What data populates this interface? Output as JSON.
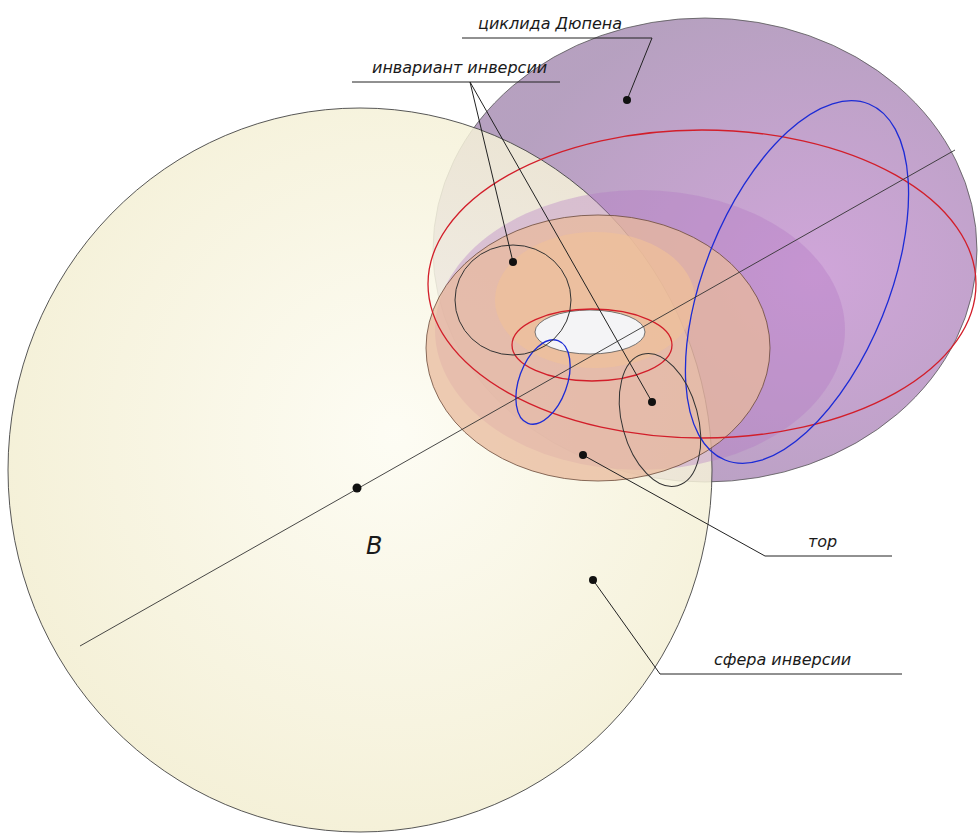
{
  "diagram": {
    "labels": [
      "циклида Дюпена",
      "инвариант инверсии",
      "тор",
      "сфера инверсии",
      "B"
    ]
  }
}
